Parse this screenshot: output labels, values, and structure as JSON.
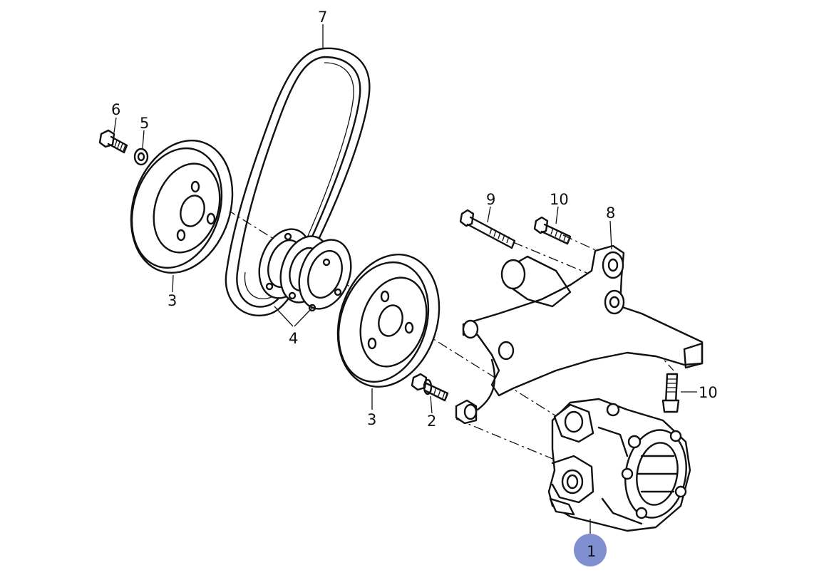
{
  "diagram": {
    "callouts": [
      {
        "id": "label-1",
        "text": "1"
      },
      {
        "id": "label-2",
        "text": "2"
      },
      {
        "id": "label-3a",
        "text": "3"
      },
      {
        "id": "label-3b",
        "text": "3"
      },
      {
        "id": "label-4",
        "text": "4"
      },
      {
        "id": "label-5",
        "text": "5"
      },
      {
        "id": "label-6",
        "text": "6"
      },
      {
        "id": "label-7",
        "text": "7"
      },
      {
        "id": "label-8",
        "text": "8"
      },
      {
        "id": "label-9",
        "text": "9"
      },
      {
        "id": "label-10a",
        "text": "10"
      },
      {
        "id": "label-10b",
        "text": "10"
      }
    ],
    "highlight": {
      "target": "label-1",
      "color": "#7f8fcf"
    }
  }
}
